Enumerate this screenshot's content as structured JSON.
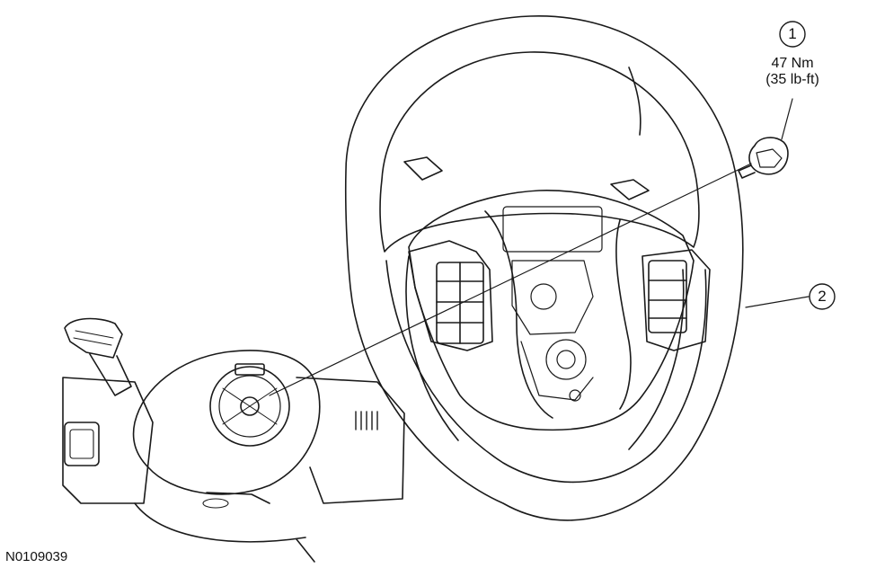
{
  "figure_id": "N0109039",
  "callouts": [
    {
      "number": "1",
      "torque_nm": "47 Nm",
      "torque_lbft": "(35 lb-ft)"
    },
    {
      "number": "2"
    }
  ],
  "colors": {
    "line": "#1a1a1a",
    "background": "#ffffff"
  }
}
